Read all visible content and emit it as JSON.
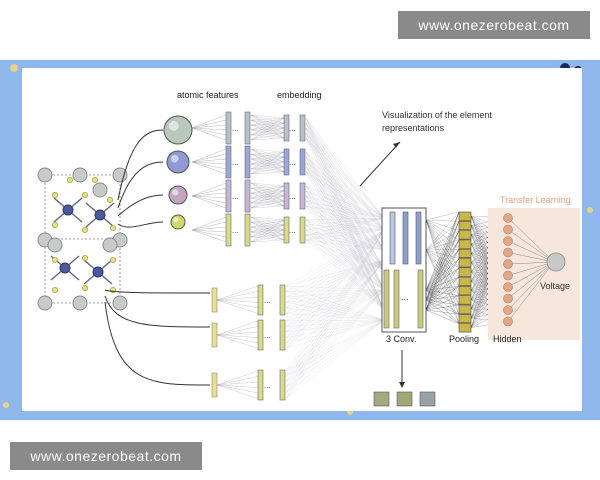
{
  "watermark_text": "www.onezerobeat.com",
  "diagram": {
    "labels": {
      "atomic_features": "atomic features",
      "embedding": "embedding",
      "visualization_line1": "Visualization of the element",
      "visualization_line2": "representations",
      "transfer_learning": "Transfer Learning",
      "voltage": "Voltage",
      "conv": "3 Conv.",
      "pooling": "Pooling",
      "hidden": "Hidden"
    },
    "atom_colors": [
      "#b9c7bd",
      "#8f9ad6",
      "#c2a6c0",
      "#d4d86a"
    ],
    "feature_bar_colors": [
      "#b8c0c8",
      "#9aa8d6",
      "#c6b8d4",
      "#d8dc8a"
    ],
    "pooling_color": "#c8b84a",
    "hidden_color": "#e0a888",
    "transfer_bg": "#f6e6dc",
    "frame_color": "#8fb7e9"
  }
}
